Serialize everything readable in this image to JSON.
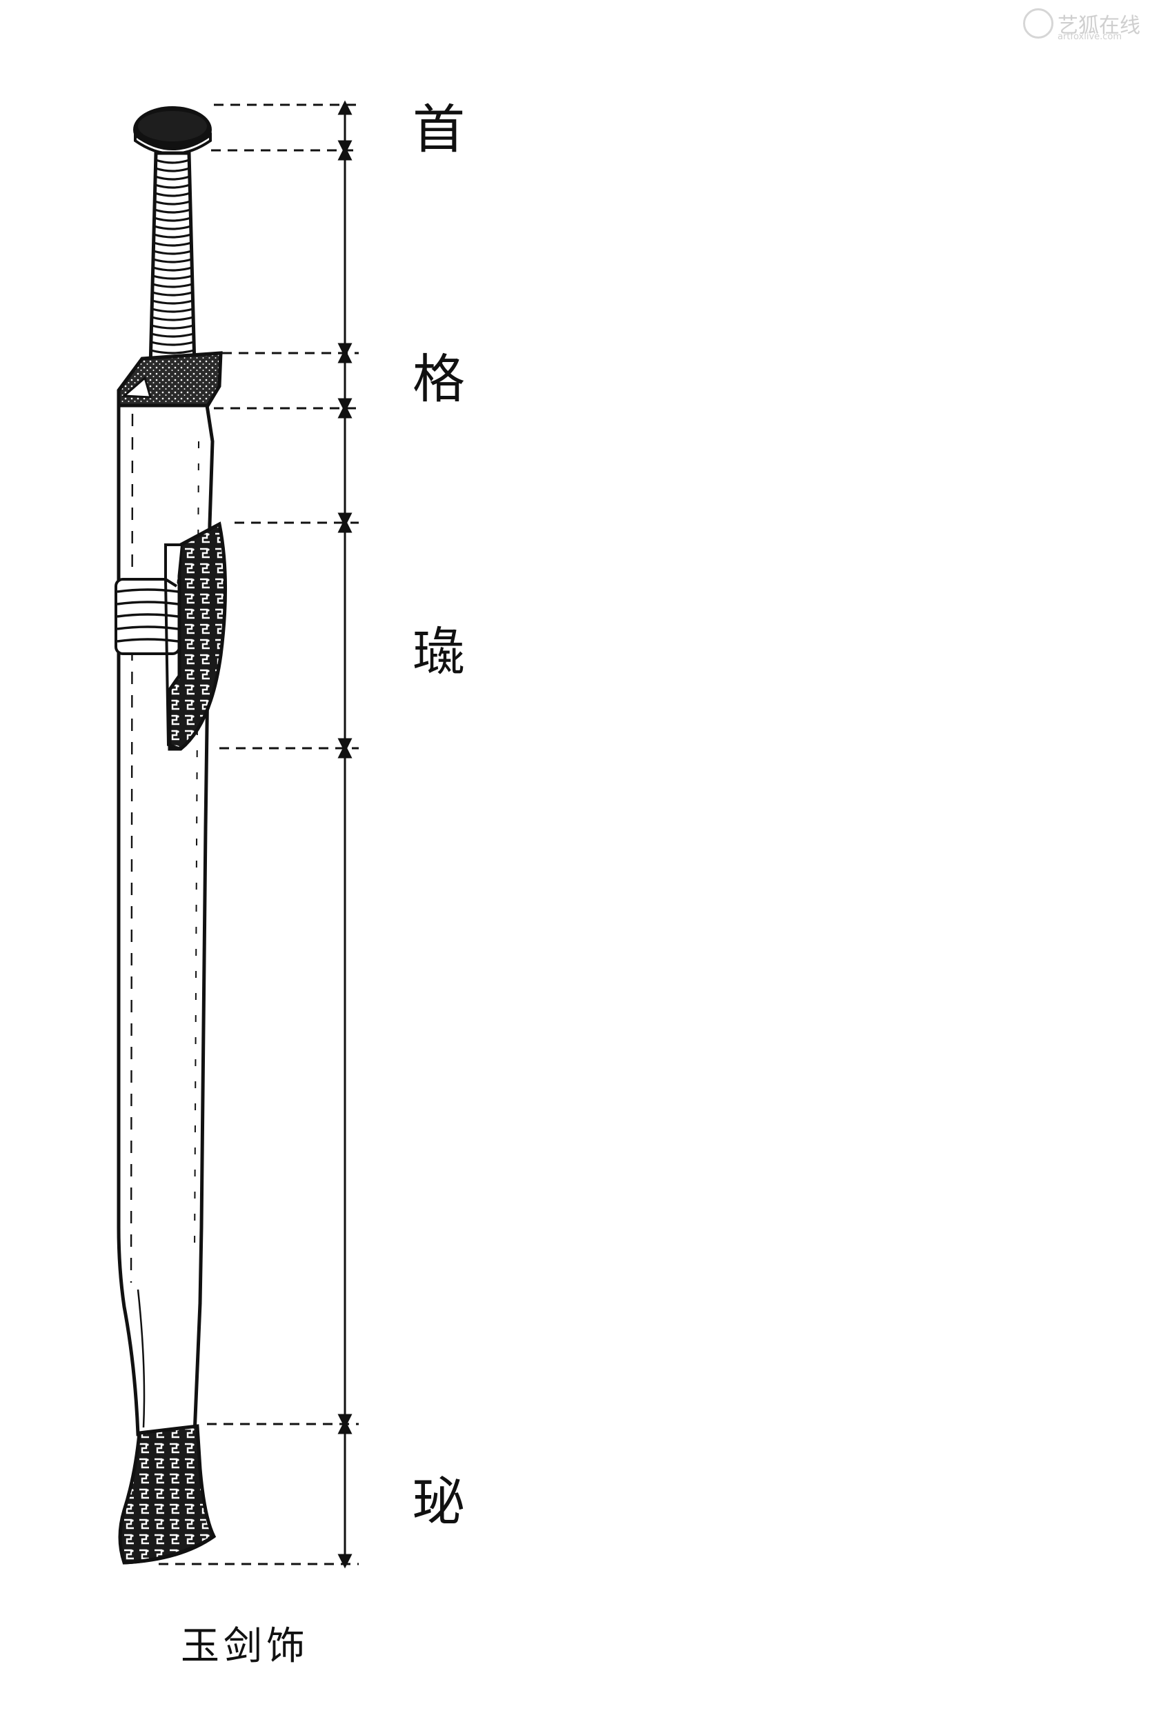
{
  "labels": {
    "shou": "首",
    "ge": "格",
    "zhi": "璏",
    "bi": "珌"
  },
  "caption": "玉剑饰",
  "watermark": {
    "title": "艺狐在线",
    "url": "artfoxlive.com"
  },
  "colors": {
    "ink": "#111111",
    "paper": "#ffffff",
    "watermark": "#cfcfcf"
  }
}
